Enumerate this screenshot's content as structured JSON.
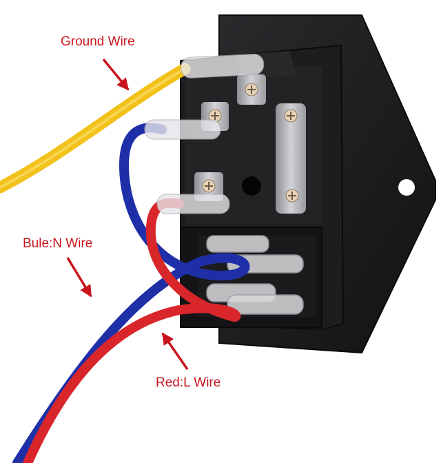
{
  "labels": {
    "ground": "Ground Wire",
    "neutral": "Bule:N Wire",
    "live": "Red:L Wire"
  },
  "colors": {
    "annotation": "#c8141c",
    "ground_wire": "#f2c21b",
    "neutral_wire": "#1e2fa8",
    "live_wire": "#d8262a",
    "socket_body": "#1b1b1d",
    "terminal": "#b9b9bd"
  }
}
